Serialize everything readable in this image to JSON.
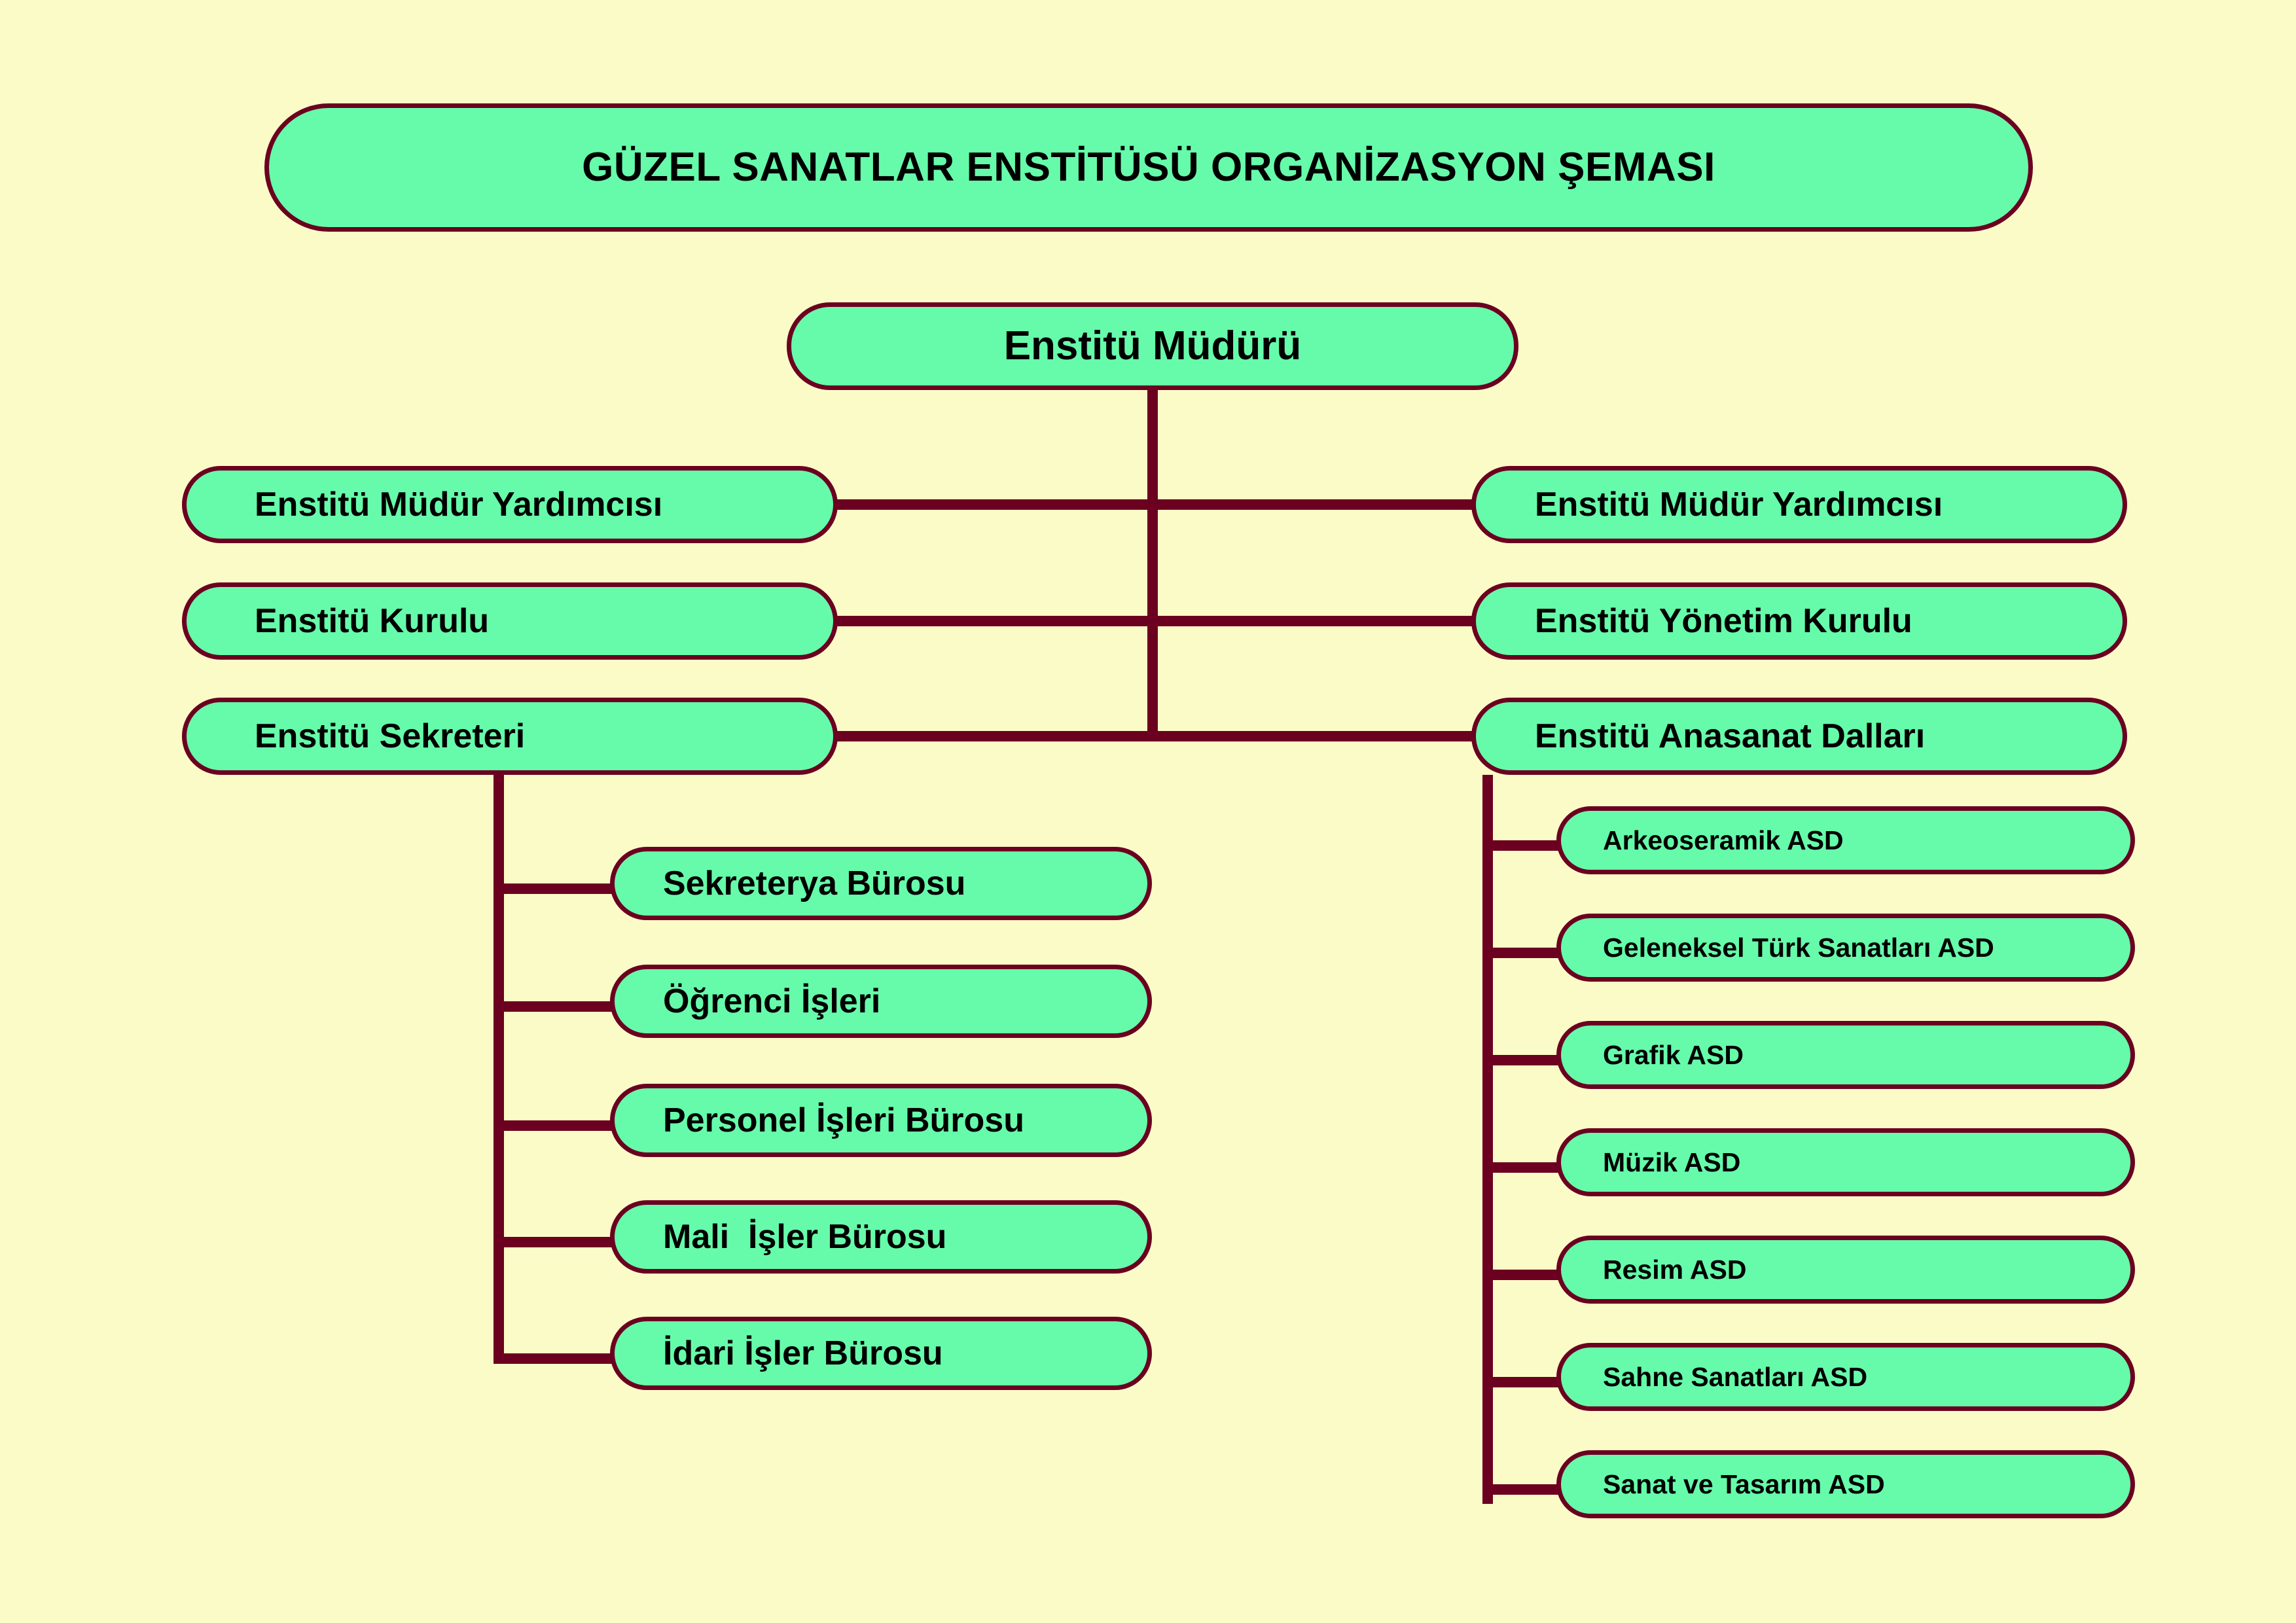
{
  "colors": {
    "background": "#fbfbc8",
    "node_fill": "#66fbaa",
    "node_border": "#6b0020",
    "connector": "#6b0020",
    "text": "#000000"
  },
  "title": {
    "text": "GÜZEL SANATLAR ENSTİTÜSÜ ORGANİZASYON ŞEMASI"
  },
  "root": {
    "label": "Enstitü Müdürü"
  },
  "rows": [
    {
      "left": "Enstitü Müdür Yardımcısı",
      "right": "Enstitü Müdür Yardımcısı"
    },
    {
      "left": "Enstitü Kurulu",
      "right": "Enstitü Yönetim Kurulu"
    },
    {
      "left": "Enstitü Sekreteri",
      "right": "Enstitü Anasanat Dalları"
    }
  ],
  "secretariat_units": [
    {
      "label": "Sekreterya Bürosu"
    },
    {
      "label": "Öğrenci İşleri"
    },
    {
      "label": "Personel İşleri Bürosu"
    },
    {
      "label": "Mali  İşler Bürosu"
    },
    {
      "label": "İdari İşler Bürosu"
    }
  ],
  "art_departments": [
    {
      "label": "Arkeoseramik ASD"
    },
    {
      "label": "Geleneksel Türk Sanatları ASD"
    },
    {
      "label": "Grafik ASD"
    },
    {
      "label": "Müzik ASD"
    },
    {
      "label": "Resim ASD"
    },
    {
      "label": "Sahne Sanatları ASD"
    },
    {
      "label": "Sanat ve Tasarım ASD"
    }
  ]
}
